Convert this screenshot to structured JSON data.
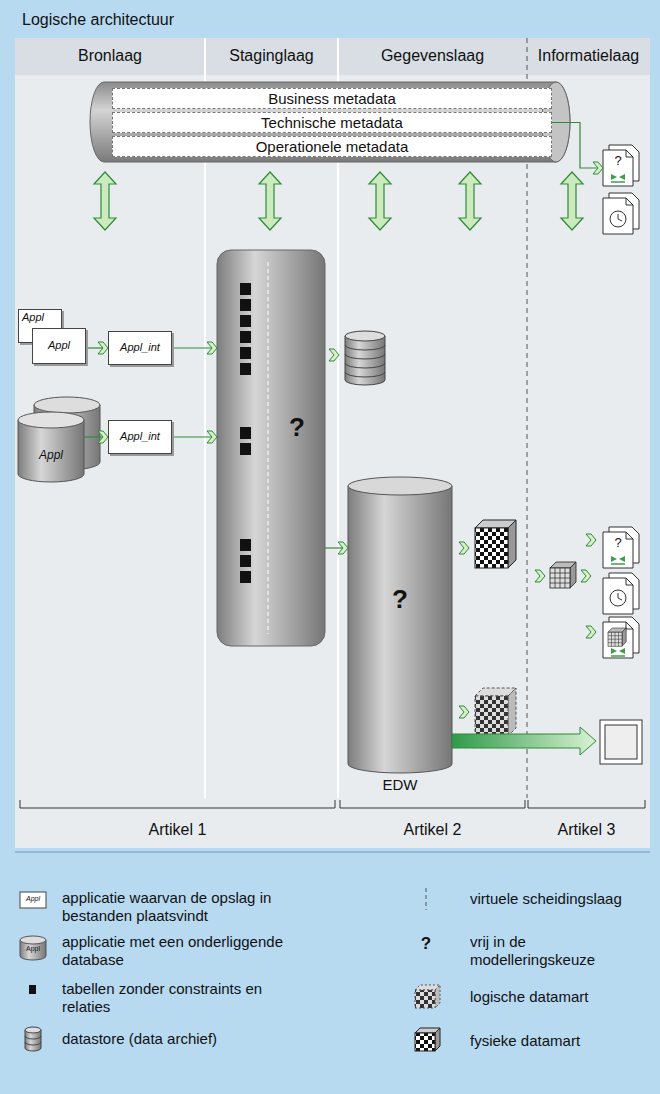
{
  "diagram": {
    "title": "Logische architectuur",
    "nodes": [
      {
        "text": [
          "Business metadata"
        ]
      },
      {
        "text": [
          "Technische metadata"
        ]
      },
      {
        "text": [
          "Operationele metadata"
        ]
      },
      {
        "text": [
          "Appl"
        ]
      },
      {
        "text": [
          "Appl"
        ]
      },
      {
        "text": [
          "Appl_int"
        ]
      },
      {
        "text": [
          "Appl"
        ]
      },
      {
        "text": [
          "Appl_int"
        ]
      },
      {
        "text": [
          "?"
        ]
      },
      {
        "text": [
          "?",
          "EDW"
        ]
      },
      {
        "text": [
          "?"
        ]
      },
      {
        "text": [
          "?"
        ]
      }
    ],
    "edges": [
      {
        "from": 4,
        "to": 5,
        "arrow": "to"
      },
      {
        "from": 5,
        "to": 8,
        "arrow": "to"
      },
      {
        "from": 6,
        "to": 7,
        "arrow": "to"
      },
      {
        "from": 7,
        "to": 8,
        "arrow": "to"
      },
      {
        "from": 8,
        "to": 9,
        "arrow": "to"
      },
      {
        "from": 1,
        "to": 10,
        "arrow": "to"
      }
    ],
    "labels": [
      "Bronlaag",
      "Staginglaag",
      "Gegevenslaag",
      "Informatielaag",
      "Artikel 1",
      "Artikel 2",
      "Artikel 3",
      "Appl",
      "Appl",
      "?"
    ],
    "legend": [
      {
        "text": "applicatie waarvan de opslag in bestanden plaatsvindt"
      },
      {
        "text": "applicatie met een onderliggende database"
      },
      {
        "text": "tabellen zonder constraints en relaties"
      },
      {
        "text": "datastore (data archief)"
      },
      {
        "text": "virtuele scheidingslaag"
      },
      {
        "text": "vrij in de modelleringskeuze"
      },
      {
        "text": "logische datamart"
      },
      {
        "text": "fysieke datamart"
      }
    ]
  }
}
